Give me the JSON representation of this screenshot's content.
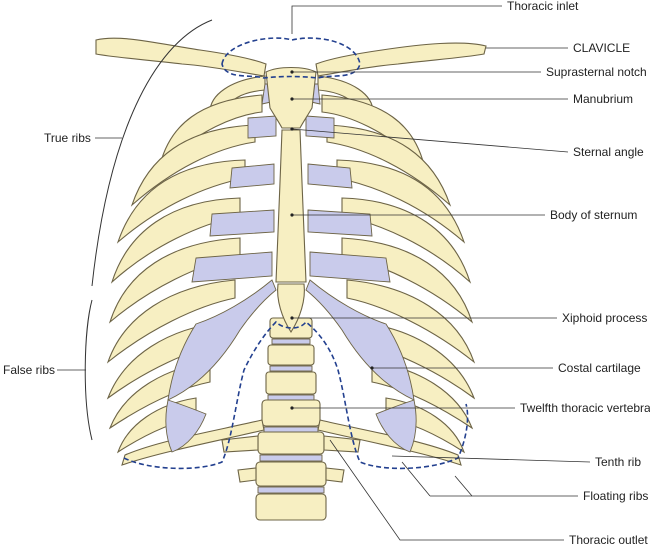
{
  "colors": {
    "bone": "#f7efc2",
    "cartilage": "#c9cbeb",
    "outline": "#6d6446",
    "outlet_dash": "#23408f"
  },
  "labels": {
    "thoracic_inlet": "Thoracic inlet",
    "clavicle": "CLAVICLE",
    "suprasternal_notch": "Suprasternal notch",
    "manubrium": "Manubrium",
    "sternal_angle": "Sternal angle",
    "body_of_sternum": "Body of sternum",
    "xiphoid_process": "Xiphoid process",
    "costal_cartilage": "Costal cartilage",
    "twelfth_thoracic_vertebra": "Twelfth thoracic vertebra",
    "tenth_rib": "Tenth rib",
    "floating_ribs": "Floating ribs",
    "thoracic_outlet": "Thoracic outlet",
    "true_ribs": "True ribs",
    "false_ribs": "False ribs"
  }
}
